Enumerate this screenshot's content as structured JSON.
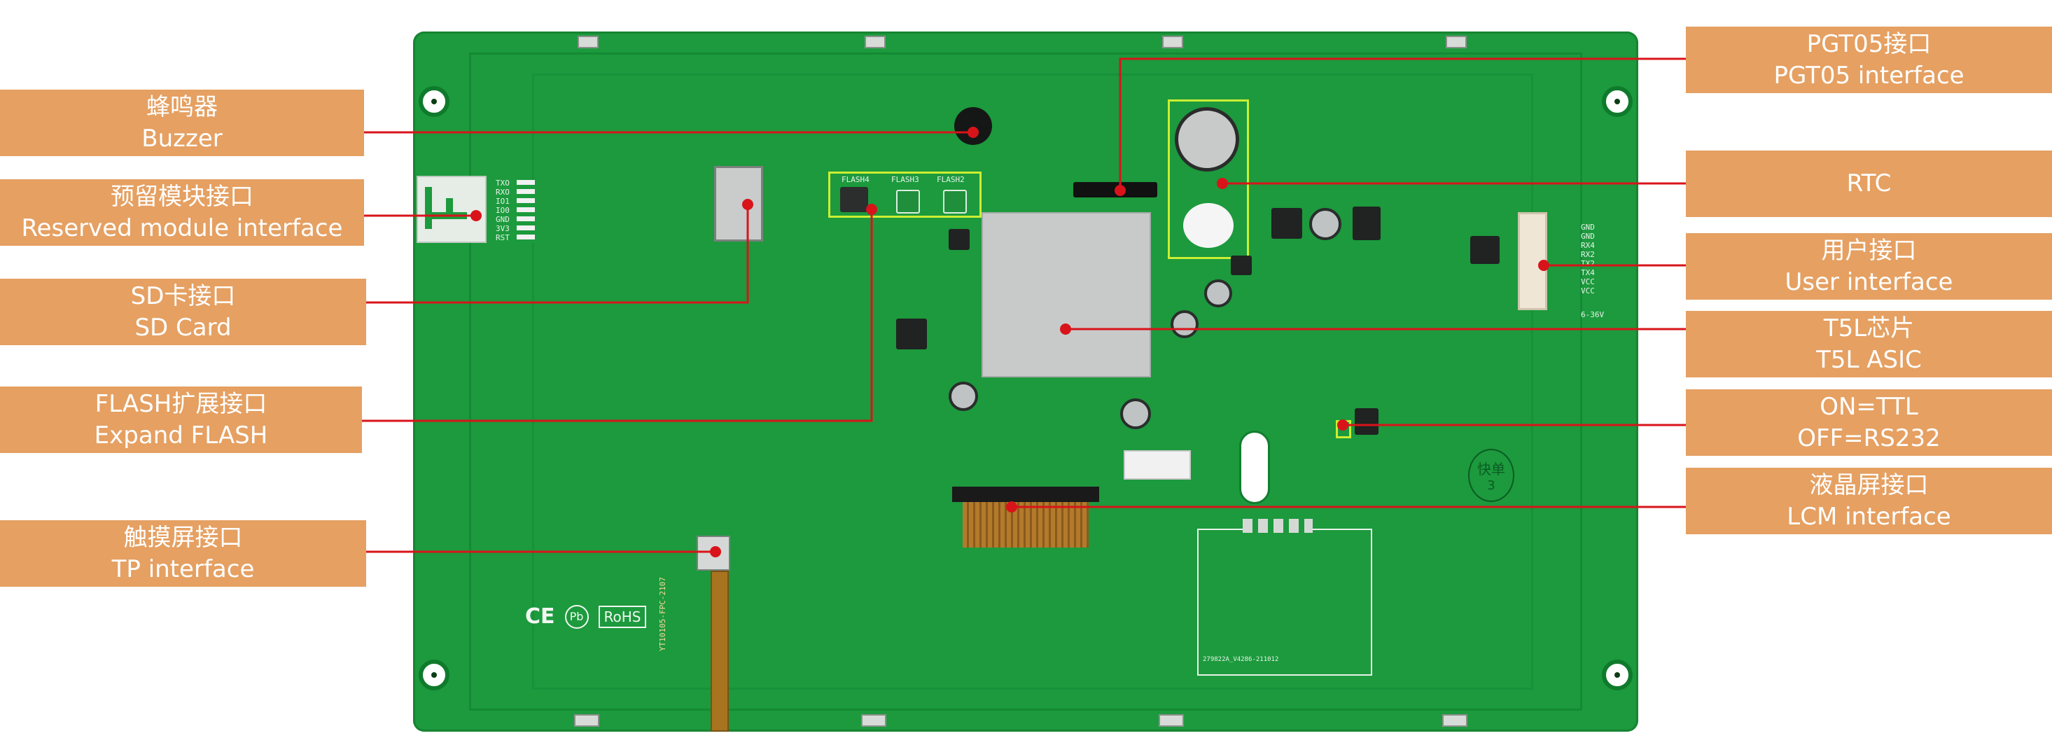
{
  "labels": {
    "buzzer": {
      "zh": "蜂鸣器",
      "en": "Buzzer"
    },
    "reserved": {
      "zh": "预留模块接口",
      "en": "Reserved module interface"
    },
    "sd": {
      "zh": "SD卡接口",
      "en": "SD Card"
    },
    "flash": {
      "zh": "FLASH扩展接口",
      "en": "Expand FLASH"
    },
    "tp": {
      "zh": "触摸屏接口",
      "en": "TP interface"
    },
    "pgt05": {
      "zh": "PGT05接口",
      "en": "PGT05 interface"
    },
    "rtc": {
      "en": "RTC"
    },
    "user": {
      "zh": "用户接口",
      "en": "User interface"
    },
    "t5l": {
      "zh": "T5L芯片",
      "en": "T5L ASIC"
    },
    "ttl": {
      "line1": "ON=TTL",
      "line2": "OFF=RS232"
    },
    "lcm": {
      "zh": "液晶屏接口",
      "en": "LCM interface"
    }
  },
  "silkscreen": {
    "flash_labels": [
      "FLASH4",
      "FLASH3",
      "FLASH2"
    ],
    "reserved_pins": [
      "TXO",
      "RXO",
      "IO1",
      "IO0",
      "GND",
      "3V3",
      "RST"
    ],
    "user_pins": [
      "GND",
      "GND",
      "RX4",
      "RX2",
      "TX2",
      "TX4",
      "VCC",
      "VCC"
    ],
    "voltage": "6-36V",
    "fpc_text": "YT10105-FPC-2107",
    "part_text": "279822A_V4286-211012",
    "cert_marks": [
      "CE",
      "Pb",
      "RoHS"
    ],
    "stamp_text": "快单",
    "stamp_num": "3"
  },
  "colors": {
    "label_bg": "#e5a062",
    "leader_line": "#d8141a",
    "board": "#1c9a3d",
    "highlight": "#ccee33"
  }
}
